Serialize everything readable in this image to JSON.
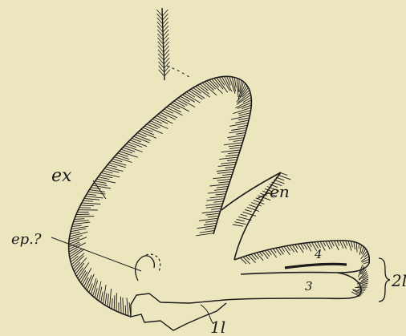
{
  "figure": {
    "labels": {
      "ex": "ex",
      "en": "en",
      "ep": "ep.?",
      "seg4": "4",
      "seg3": "3",
      "l2": "2l",
      "l1": "1l"
    }
  },
  "colors": {
    "paper": "#ece6bf",
    "ink": "#1a1a1a"
  }
}
